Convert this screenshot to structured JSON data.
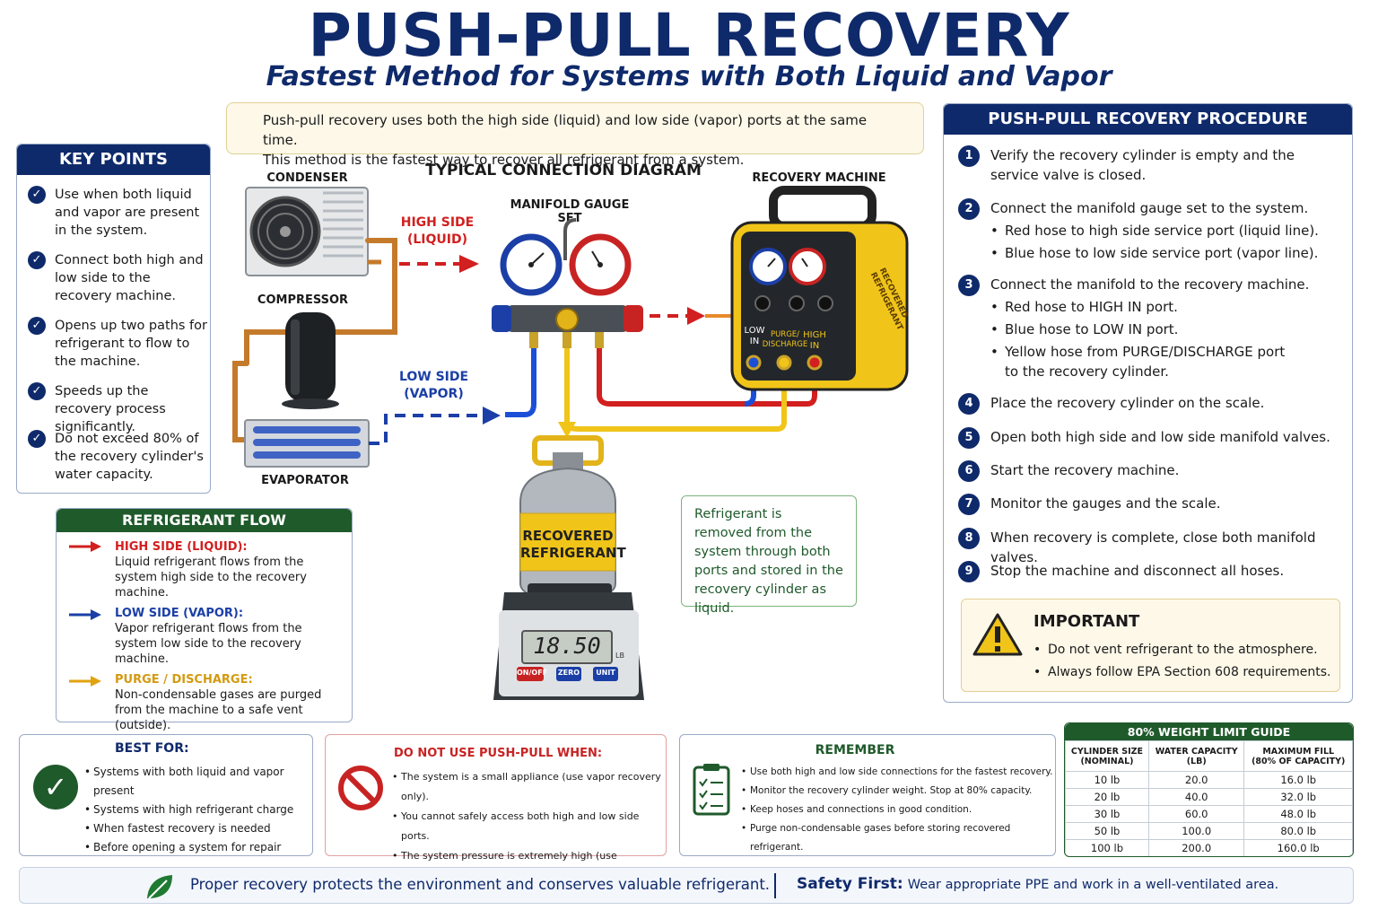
{
  "header": {
    "title": "PUSH-PULL RECOVERY",
    "subtitle": "Fastest Method for Systems with Both Liquid and Vapor"
  },
  "intro": {
    "line1": "Push-pull recovery uses both the high side (liquid) and low side (vapor) ports at the same time.",
    "line2": "This method is the fastest way to recover all refrigerant from a system."
  },
  "key_points": {
    "title": "KEY POINTS",
    "items": [
      "Use when both liquid and vapor are present in the system.",
      "Connect both high and low side to the recovery machine.",
      "Opens up two paths for refrigerant to flow to the machine.",
      "Speeds up the recovery process significantly.",
      "Do not exceed 80% of the recovery cylinder's water capacity."
    ]
  },
  "diagram": {
    "title": "TYPICAL CONNECTION DIAGRAM",
    "condenser": "CONDENSER",
    "compressor": "COMPRESSOR",
    "evaporator": "EVAPORATOR",
    "manifold": "MANIFOLD GAUGE SET",
    "recovery_machine": "RECOVERY MACHINE",
    "high_side_1": "HIGH SIDE",
    "high_side_2": "(LIQUID)",
    "low_side_1": "LOW SIDE",
    "low_side_2": "(VAPOR)",
    "machine_brand_1": "RECOVERED",
    "machine_brand_2": "REFRIGERANT",
    "port_low_1": "LOW",
    "port_low_2": "IN",
    "port_purge_1": "PURGE/",
    "port_purge_2": "DISCHARGE",
    "port_high_1": "HIGH",
    "port_high_2": "IN",
    "cylinder_1": "RECOVERED",
    "cylinder_2": "REFRIGERANT",
    "scale_value": "18.50",
    "scale_unit": "LB",
    "scale_btn_on": "ON/OFF",
    "scale_btn_zero": "ZERO",
    "scale_btn_unit": "UNIT",
    "note": "Refrigerant is removed from the system through both ports and stored in the recovery cylinder as liquid."
  },
  "flow": {
    "title": "REFRIGERANT FLOW",
    "items": [
      {
        "label": "HIGH SIDE (LIQUID):",
        "text": "Liquid refrigerant flows from the system high side to the recovery machine.",
        "color": "#d21f1f"
      },
      {
        "label": "LOW SIDE (VAPOR):",
        "text": "Vapor refrigerant flows from the system low side to the recovery machine.",
        "color": "#1b3fa6"
      },
      {
        "label": "PURGE / DISCHARGE:",
        "text": "Non-condensable gases are purged from the machine to a safe vent (outside).",
        "color": "#e2a20f"
      }
    ]
  },
  "procedure": {
    "title": "PUSH-PULL RECOVERY PROCEDURE",
    "steps": [
      "Verify the recovery cylinder is empty and the service valve is closed.",
      "Connect the manifold gauge set to the system.",
      "Connect the manifold to the recovery machine.",
      "Place the recovery cylinder on the scale.",
      "Open both high side and low side manifold valves.",
      "Start the recovery machine.",
      "Monitor the gauges and the scale.",
      "When recovery is complete, close both manifold valves.",
      "Stop the machine and disconnect all hoses."
    ],
    "step2_subs": [
      "Red hose to high side service port (liquid line).",
      "Blue hose to low side service port (vapor line)."
    ],
    "step3_subs": [
      "Red hose to HIGH IN port.",
      "Blue hose to LOW IN port.",
      "Yellow hose from PURGE/DISCHARGE port to the recovery cylinder."
    ]
  },
  "important": {
    "title": "IMPORTANT",
    "items": [
      "Do not vent refrigerant to the atmosphere.",
      "Always follow EPA Section 608 requirements."
    ]
  },
  "best_for": {
    "title": "BEST FOR:",
    "items": [
      "Systems with both liquid and vapor present",
      "Systems with high refrigerant charge",
      "When fastest recovery is needed",
      "Before opening a system for repair"
    ]
  },
  "do_not": {
    "title": "DO NOT USE PUSH-PULL WHEN:",
    "items": [
      "The system is a small appliance (use vapor recovery only).",
      "You cannot safely access both high and low side ports.",
      "The system pressure is extremely high (use caution)."
    ]
  },
  "remember": {
    "title": "REMEMBER",
    "items": [
      "Use both high and low side connections for the fastest recovery.",
      "Monitor the recovery cylinder weight. Stop at 80% capacity.",
      "Keep hoses and connections in good condition.",
      "Purge non-condensable gases before storing recovered refrigerant."
    ]
  },
  "weight_guide": {
    "title": "80% WEIGHT LIMIT GUIDE",
    "headers": [
      [
        "CYLINDER SIZE",
        "(NOMINAL)"
      ],
      [
        "WATER CAPACITY",
        "(LB)"
      ],
      [
        "MAXIMUM FILL",
        "(80% OF CAPACITY)"
      ]
    ],
    "rows": [
      [
        "10 lb",
        "20.0",
        "16.0 lb"
      ],
      [
        "20 lb",
        "40.0",
        "32.0 lb"
      ],
      [
        "30 lb",
        "60.0",
        "48.0 lb"
      ],
      [
        "50 lb",
        "100.0",
        "80.0 lb"
      ],
      [
        "100 lb",
        "200.0",
        "160.0 lb"
      ]
    ]
  },
  "footer": {
    "left": "Proper recovery protects the environment and conserves valuable refrigerant.",
    "safety_label": "Safety First:",
    "safety_text": "Wear appropriate PPE and work in a well-ventilated area."
  },
  "colors": {
    "navy": "#0f2a6b",
    "green": "#1f5a2b",
    "red": "#d21f1f",
    "blue": "#1b3fa6",
    "yellow": "#e2a20f"
  }
}
